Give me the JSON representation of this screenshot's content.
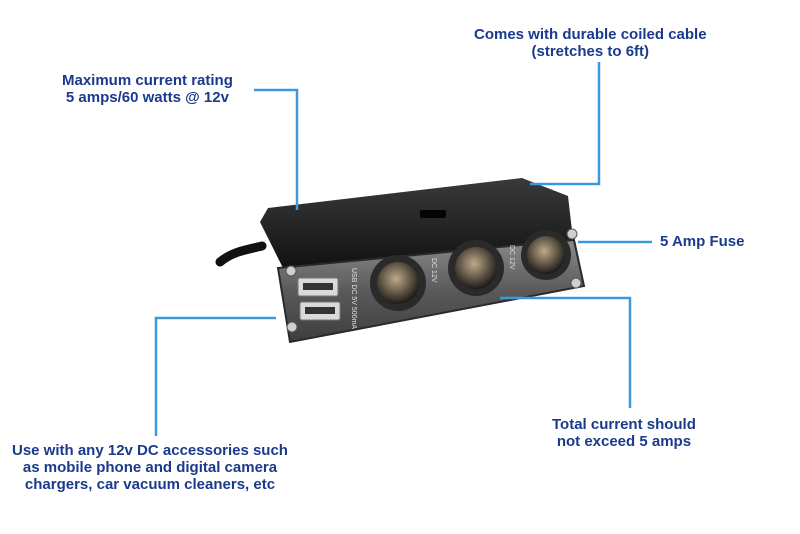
{
  "callouts": {
    "current_rating": {
      "lines": [
        "Maximum current rating",
        "5 amps/60 watts @ 12v"
      ]
    },
    "coiled_cable": {
      "lines": [
        "Comes with durable coiled cable",
        "(stretches to 6ft)"
      ]
    },
    "fuse": {
      "lines": [
        "5 Amp Fuse"
      ]
    },
    "usage": {
      "lines": [
        "Use with any 12v DC accessories such",
        "as mobile phone and digital camera",
        "chargers, car vacuum cleaners, etc"
      ]
    },
    "total_current": {
      "lines": [
        "Total current should",
        "not exceed 5 amps"
      ]
    }
  },
  "device_markings": {
    "usb_label": "USB DC 5V 500mA",
    "socket_label_1": "DC 12V",
    "socket_label_2": "DC 12V"
  },
  "colors": {
    "callout_text": "#1a3a8c",
    "leader_line": "#3a9ad9",
    "device_body": "#1c1c1c",
    "device_face": "#6c6c6c"
  }
}
